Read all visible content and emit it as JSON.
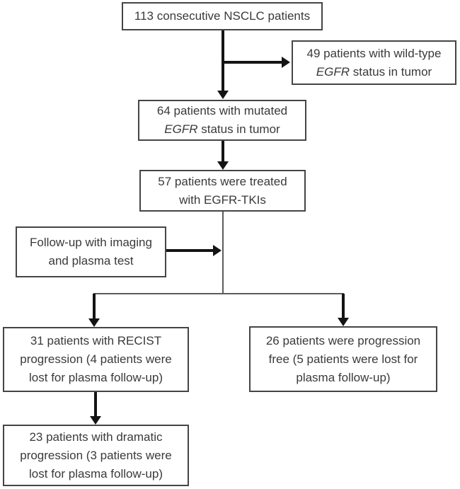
{
  "figure": {
    "type": "patient-flow-diagram",
    "colors": {
      "background": "#ffffff",
      "box_border": "#454545",
      "text": "#3a3a3a",
      "arrow": "#141414",
      "thin_line": "#5c5c5c"
    },
    "boxes": {
      "total": {
        "line1": "113 consecutive NSCLC patients"
      },
      "wildtype": {
        "line1": "49 patients with wild-type",
        "gene": "EGFR",
        "line2_after": " status in tumor"
      },
      "mutated": {
        "line1": "64 patients with mutated",
        "gene": "EGFR",
        "line2_after": " status in tumor"
      },
      "treated": {
        "line1": "57 patients were treated",
        "line2": "with EGFR-TKIs"
      },
      "followup": {
        "line1": "Follow-up with imaging",
        "line2": "and plasma test"
      },
      "recist": {
        "line1": "31 patients with RECIST",
        "line2": "progression (4 patients were",
        "line3": "lost for plasma follow-up)"
      },
      "progression_free": {
        "line1": "26 patients were progression",
        "line2": "free (5 patients were lost for",
        "line3": "plasma follow-up)"
      },
      "dramatic": {
        "line1": "23 patients with dramatic",
        "line2": "progression (3 patients were",
        "line3": "lost for plasma follow-up)"
      }
    }
  }
}
